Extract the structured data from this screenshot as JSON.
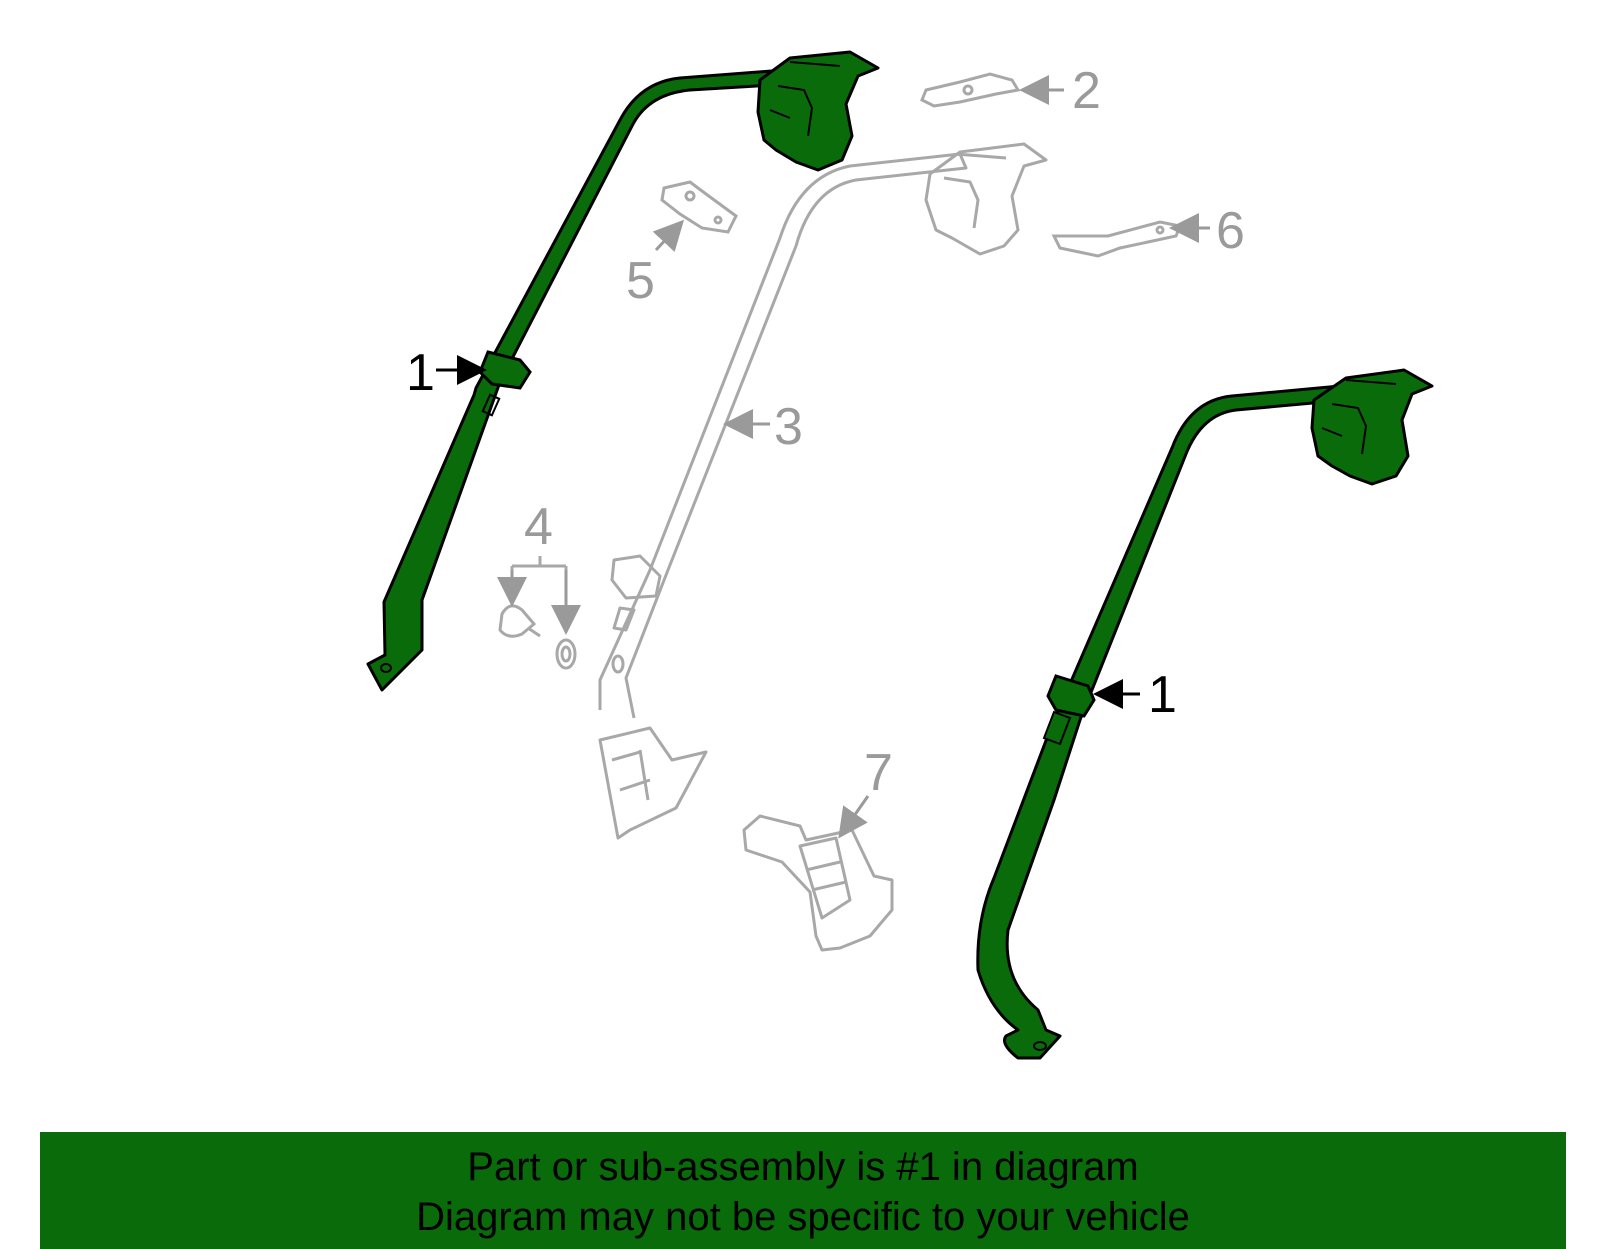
{
  "callouts": {
    "part1_left": "1",
    "part1_right": "1",
    "part2": "2",
    "part3": "3",
    "part4": "4",
    "part5": "5",
    "part6": "6",
    "part7": "7"
  },
  "banner": {
    "line1": "Part or sub-assembly is #1 in diagram",
    "line2": "Diagram may not be specific to your vehicle"
  },
  "colors": {
    "highlight_fill": "#0a6b0a",
    "outline": "#000000",
    "ghost_part": "#a8a8a8",
    "banner": "#0a6b0a"
  }
}
